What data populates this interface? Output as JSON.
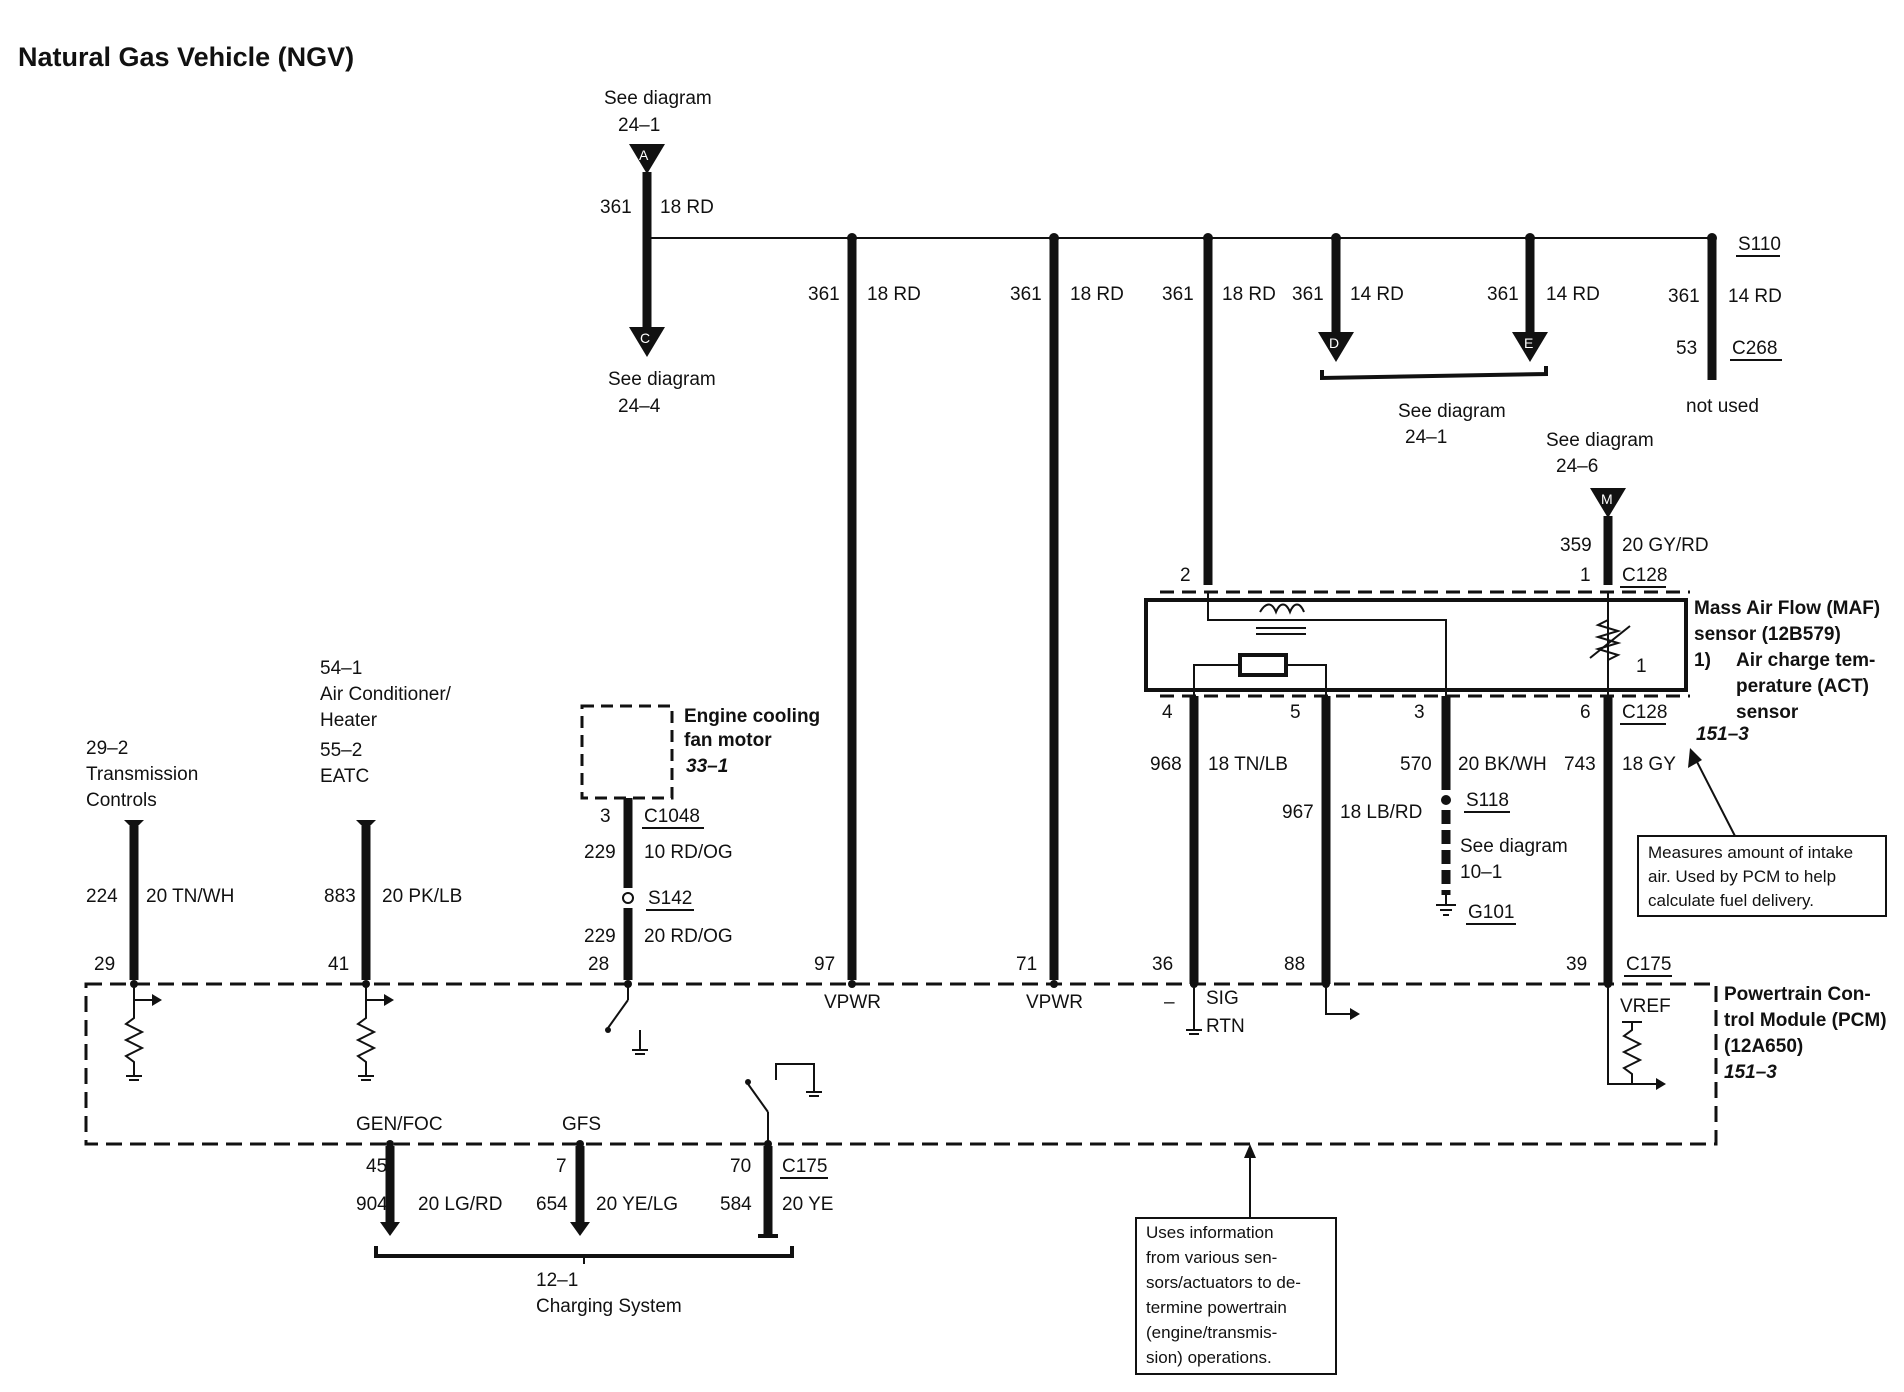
{
  "title": "Natural Gas Vehicle (NGV)",
  "refs": {
    "top_a": {
      "line1": "See diagram",
      "line2": "24–1",
      "letter": "A"
    },
    "bottom_c": {
      "line1": "See diagram",
      "line2": "24–4",
      "letter": "C"
    },
    "de": {
      "line1": "See diagram",
      "line2": "24–1",
      "letter_d": "D",
      "letter_e": "E"
    },
    "m": {
      "line1": "See diagram",
      "line2": "24–6",
      "letter": "M"
    },
    "s118": {
      "line1": "See diagram",
      "line2": "10–1"
    }
  },
  "splices": {
    "s110": "S110",
    "c268": "C268",
    "c268_pin": "53",
    "not_used": "not used",
    "s142": "S142",
    "s118": "S118",
    "g101": "G101"
  },
  "wires": {
    "w361_top": {
      "circuit": "361",
      "gauge": "18 RD"
    },
    "w361_a": {
      "circuit": "361",
      "gauge": "18 RD"
    },
    "w361_b": {
      "circuit": "361",
      "gauge": "18 RD"
    },
    "w361_c": {
      "circuit": "361",
      "gauge": "18 RD"
    },
    "w361_d": {
      "circuit": "361",
      "gauge": "14 RD"
    },
    "w361_e": {
      "circuit": "361",
      "gauge": "14 RD"
    },
    "w361_f": {
      "circuit": "361",
      "gauge": "14 RD"
    },
    "w359": {
      "circuit": "359",
      "gauge": "20 GY/RD"
    },
    "w968": {
      "circuit": "968",
      "gauge": "18 TN/LB"
    },
    "w967": {
      "circuit": "967",
      "gauge": "18 LB/RD"
    },
    "w570": {
      "circuit": "570",
      "gauge": "20 BK/WH"
    },
    "w743": {
      "circuit": "743",
      "gauge": "18 GY"
    },
    "w224": {
      "circuit": "224",
      "gauge": "20 TN/WH"
    },
    "w883": {
      "circuit": "883",
      "gauge": "20 PK/LB"
    },
    "w229a": {
      "circuit": "229",
      "gauge": "10 RD/OG"
    },
    "w229b": {
      "circuit": "229",
      "gauge": "20 RD/OG"
    },
    "w904": {
      "circuit": "904",
      "gauge": "20 LG/RD"
    },
    "w654": {
      "circuit": "654",
      "gauge": "20 YE/LG"
    },
    "w584": {
      "circuit": "584",
      "gauge": "20 YE"
    }
  },
  "maf": {
    "connector": "C128",
    "pin2": "2",
    "pin1": "1",
    "pin4": "4",
    "pin5": "5",
    "pin3": "3",
    "pin6": "6",
    "inner_pin": "1",
    "label1": "Mass Air Flow (MAF)",
    "label2": "sensor (12B579)",
    "act_num": "1)",
    "act1": "Air charge tem-",
    "act2": "perature (ACT)",
    "act3": "sensor",
    "ref": "151–3"
  },
  "note_maf": [
    "Measures amount of intake",
    "air. Used by PCM to help",
    "calculate fuel delivery."
  ],
  "fan": {
    "line1": "Engine cooling",
    "line2": "fan motor",
    "ref": "33–1",
    "pin": "3",
    "connector": "C1048"
  },
  "left_refs": {
    "trans": {
      "ref": "29–2",
      "line1": "Transmission",
      "line2": "Controls"
    },
    "ac": {
      "ref": "54–1",
      "line1": "Air Conditioner/",
      "line2": "Heater",
      "ref2": "55–2",
      "line3": "EATC"
    }
  },
  "pcm": {
    "connector": "C175",
    "pins_top": [
      "29",
      "41",
      "28",
      "97",
      "71",
      "36",
      "88",
      "39"
    ],
    "vpwr1": "VPWR",
    "vpwr2": "VPWR",
    "sig": "SIG",
    "rtn": "RTN",
    "minus": "–",
    "vref": "VREF",
    "label1": "Powertrain Con-",
    "label2": "trol Module (PCM)",
    "label3": "(12A650)",
    "ref": "151–3",
    "gen_foc": "GEN/FOC",
    "gfs": "GFS",
    "pins_bottom": [
      "45",
      "7",
      "70"
    ],
    "connector_bottom": "C175"
  },
  "charging": {
    "ref": "12–1",
    "label": "Charging System"
  },
  "note_pcm": [
    "Uses information",
    "from various sen-",
    "sors/actuators to de-",
    "termine powertrain",
    "(engine/transmis-",
    "sion) operations."
  ]
}
